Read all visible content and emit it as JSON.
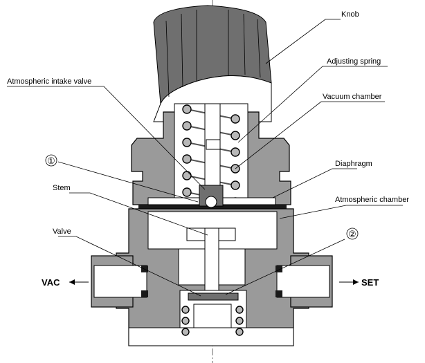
{
  "labels": {
    "knob": "Knob",
    "adjusting_spring": "Adjusting spring",
    "atmospheric_intake_valve": "Atmospheric intake valve",
    "vacuum_chamber": "Vacuum chamber",
    "marker_1": "①",
    "diaphragm": "Diaphragm",
    "stem": "Stem",
    "atmospheric_chamber": "Atmospheric chamber",
    "marker_2": "②",
    "valve": "Valve"
  },
  "ports": {
    "vac": "VAC",
    "set": "SET"
  }
}
